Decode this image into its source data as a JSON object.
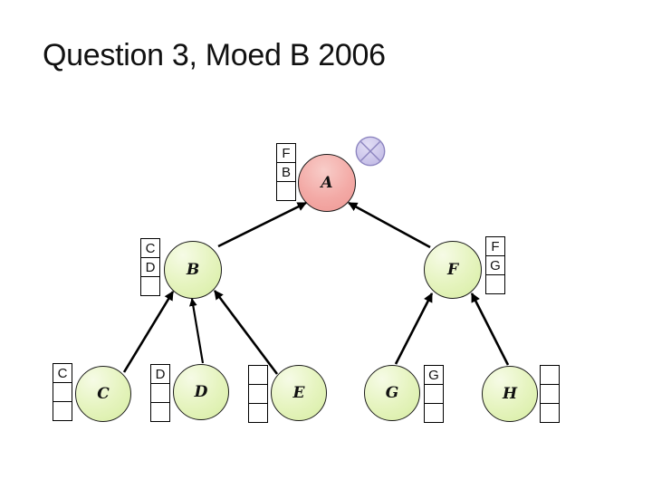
{
  "slide": {
    "title": "Question 3, Moed B 2006"
  },
  "diagram": {
    "type": "tree",
    "nodes": {
      "A": {
        "label": "A",
        "color": "red",
        "table": [
          "F",
          "B",
          ""
        ]
      },
      "B": {
        "label": "B",
        "color": "green",
        "table": [
          "C",
          "D",
          ""
        ]
      },
      "F": {
        "label": "F",
        "color": "green",
        "table": [
          "F",
          "G",
          ""
        ]
      },
      "C": {
        "label": "C",
        "color": "green",
        "table": [
          "C",
          "",
          ""
        ]
      },
      "D": {
        "label": "D",
        "color": "green",
        "table": [
          "D",
          "",
          ""
        ]
      },
      "E": {
        "label": "E",
        "color": "green",
        "table": [
          "",
          "",
          ""
        ]
      },
      "G": {
        "label": "G",
        "color": "green",
        "table": [
          "G",
          "",
          ""
        ]
      },
      "H": {
        "label": "H",
        "color": "green",
        "table": [
          "",
          "",
          ""
        ]
      }
    },
    "edges": [
      "B→A",
      "F→A",
      "C→B",
      "D→B",
      "E→B",
      "G→F",
      "H→F"
    ],
    "marker": {
      "name": "crossed-circle"
    },
    "colors": {
      "node_green": "#ddefae",
      "node_red": "#f2a5a2",
      "node_border": "#1c1c1c",
      "crossed_circle_fill": "#cdc7ec",
      "crossed_circle_stroke": "#8d85c0",
      "arrow": "#000000",
      "background": "#ffffff"
    }
  }
}
